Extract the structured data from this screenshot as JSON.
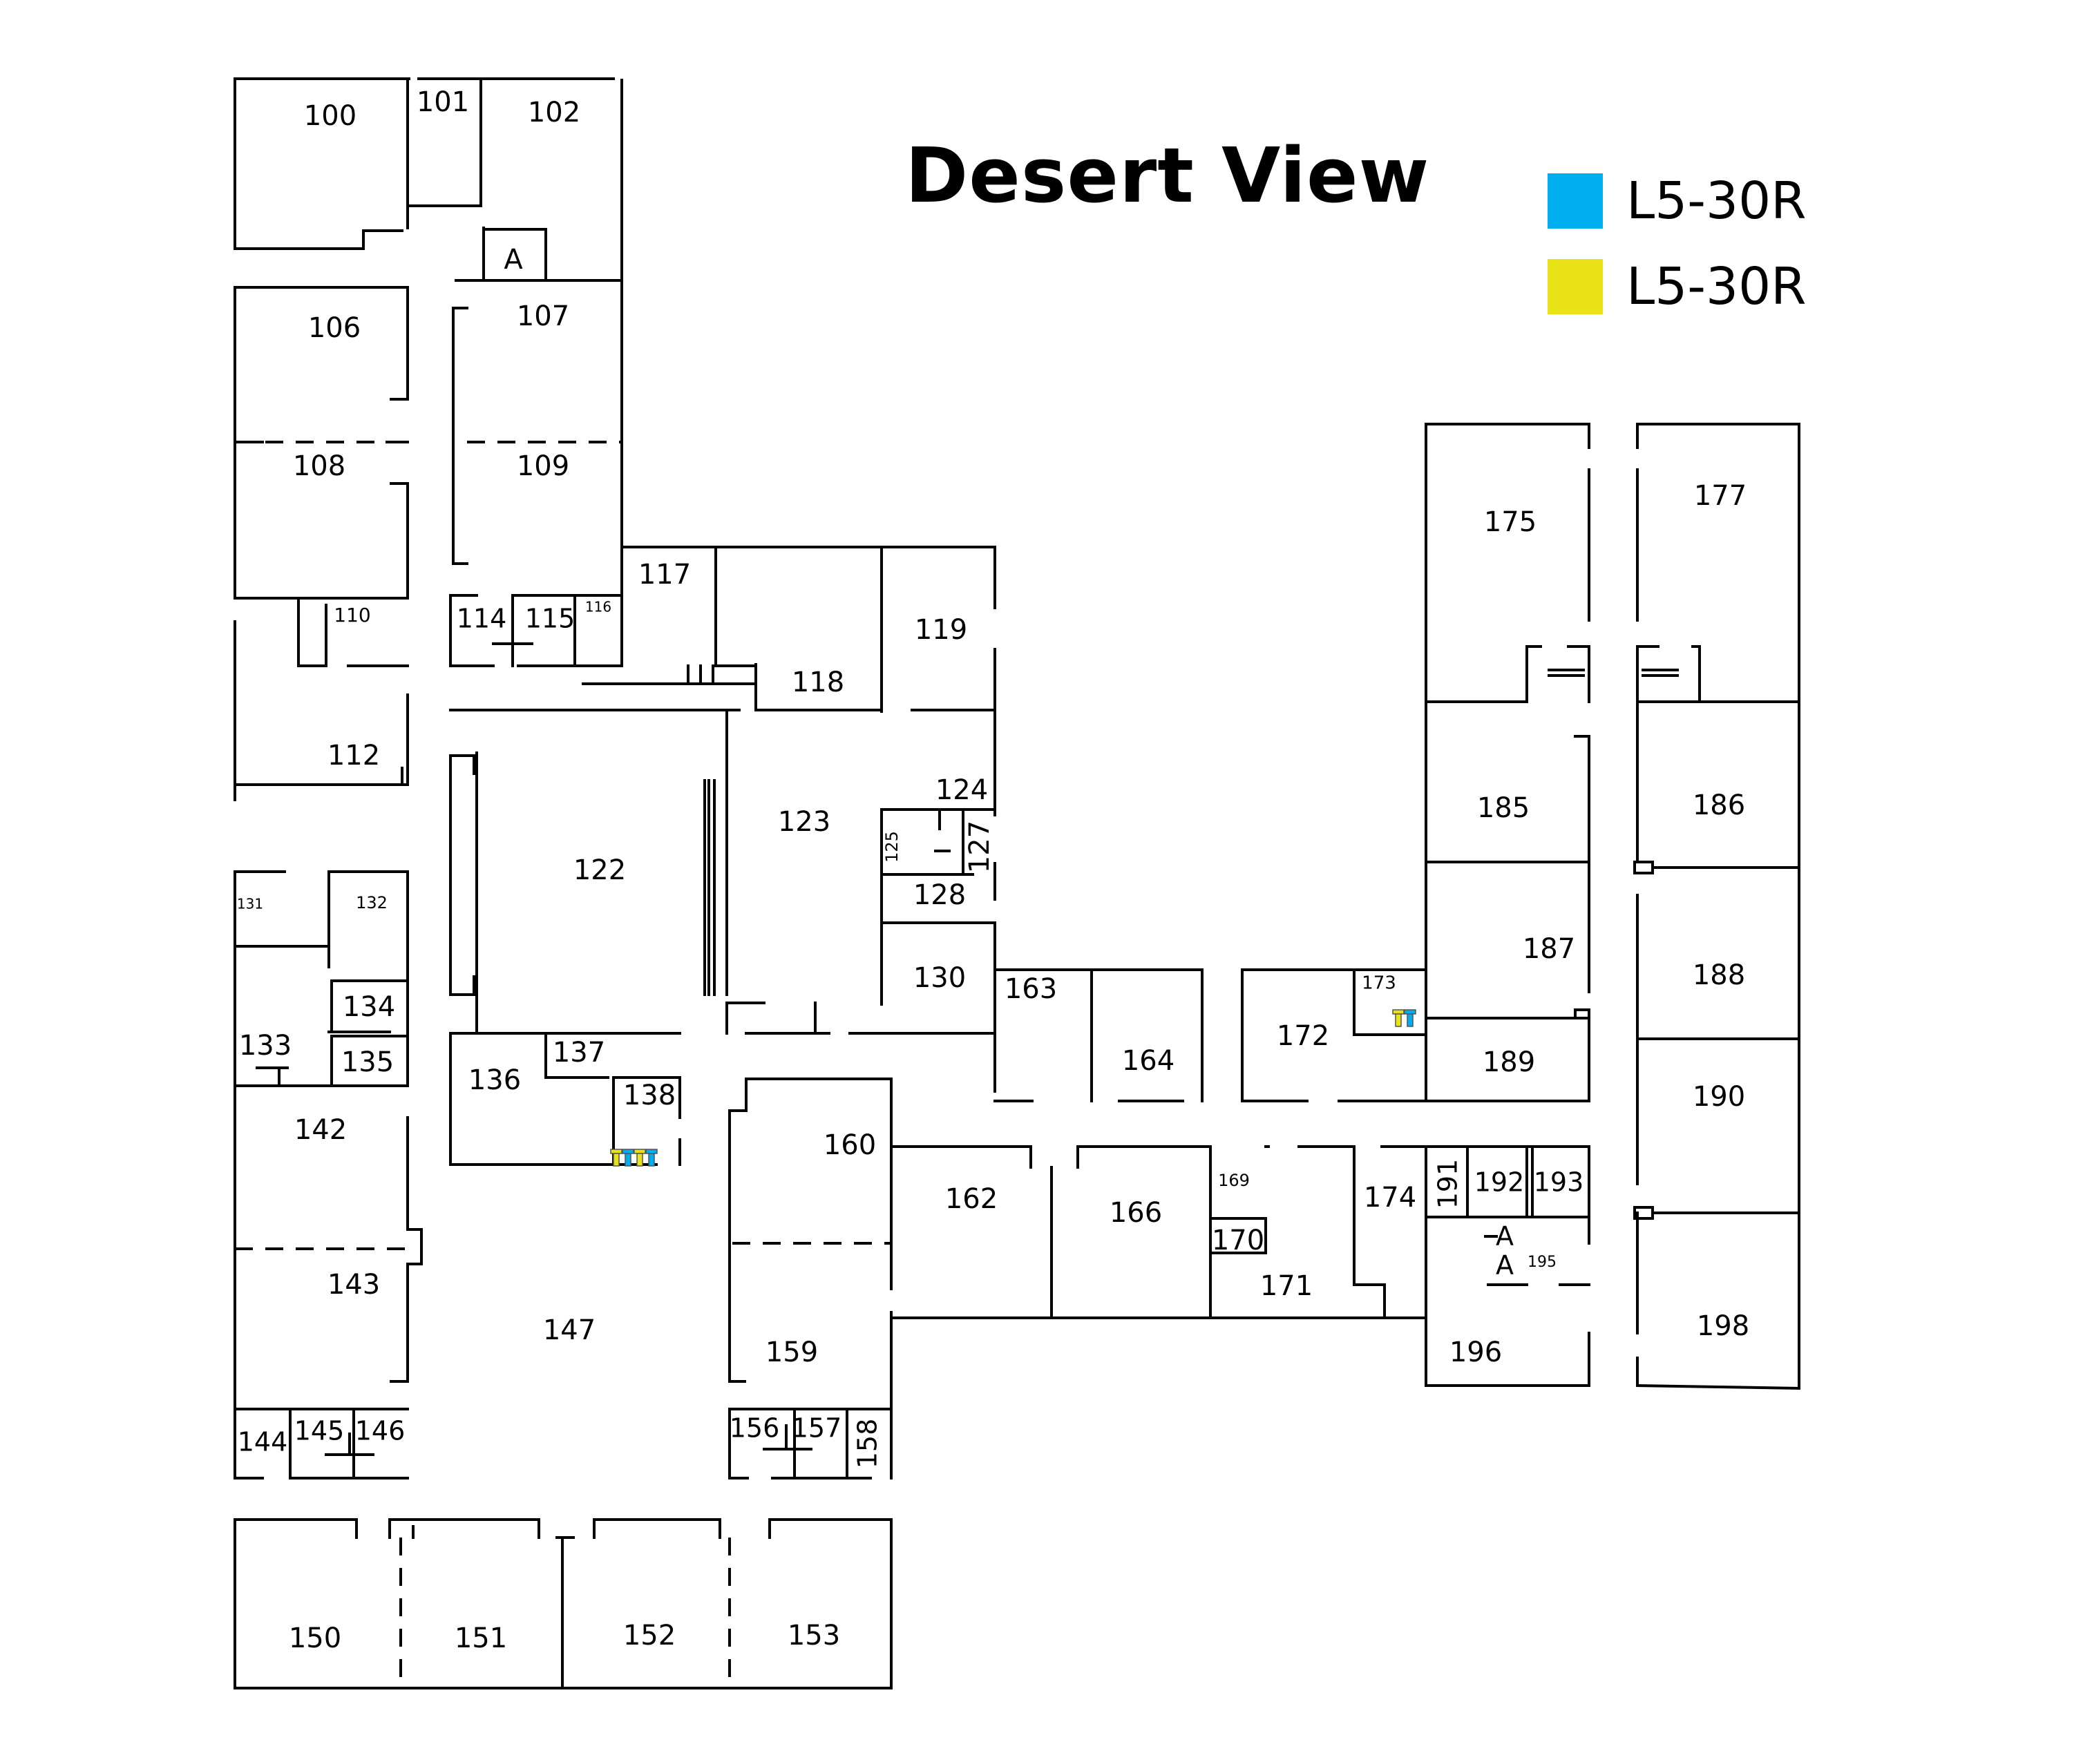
{
  "title": "Desert View",
  "legend": [
    {
      "label": "L5-30R",
      "color": "#00aeef"
    },
    {
      "label": "L5-30R",
      "color": "#e8e217"
    }
  ],
  "rooms": [
    {
      "id": "100",
      "label": "100"
    },
    {
      "id": "101",
      "label": "101"
    },
    {
      "id": "102",
      "label": "102"
    },
    {
      "id": "A1",
      "label": "A"
    },
    {
      "id": "106",
      "label": "106"
    },
    {
      "id": "107",
      "label": "107"
    },
    {
      "id": "108",
      "label": "108"
    },
    {
      "id": "109",
      "label": "109"
    },
    {
      "id": "110",
      "label": "110"
    },
    {
      "id": "112",
      "label": "112"
    },
    {
      "id": "114",
      "label": "114"
    },
    {
      "id": "115",
      "label": "115"
    },
    {
      "id": "116",
      "label": "116"
    },
    {
      "id": "117",
      "label": "117"
    },
    {
      "id": "118",
      "label": "118"
    },
    {
      "id": "119",
      "label": "119"
    },
    {
      "id": "122",
      "label": "122"
    },
    {
      "id": "123",
      "label": "123"
    },
    {
      "id": "124",
      "label": "124"
    },
    {
      "id": "125",
      "label": "125"
    },
    {
      "id": "127",
      "label": "127"
    },
    {
      "id": "128",
      "label": "128"
    },
    {
      "id": "130",
      "label": "130"
    },
    {
      "id": "131",
      "label": "131"
    },
    {
      "id": "132",
      "label": "132"
    },
    {
      "id": "133",
      "label": "133"
    },
    {
      "id": "134",
      "label": "134"
    },
    {
      "id": "135",
      "label": "135"
    },
    {
      "id": "136",
      "label": "136"
    },
    {
      "id": "137",
      "label": "137"
    },
    {
      "id": "138",
      "label": "138"
    },
    {
      "id": "142",
      "label": "142"
    },
    {
      "id": "143",
      "label": "143"
    },
    {
      "id": "144",
      "label": "144"
    },
    {
      "id": "145",
      "label": "145"
    },
    {
      "id": "146",
      "label": "146"
    },
    {
      "id": "147",
      "label": "147"
    },
    {
      "id": "150",
      "label": "150"
    },
    {
      "id": "151",
      "label": "151"
    },
    {
      "id": "152",
      "label": "152"
    },
    {
      "id": "153",
      "label": "153"
    },
    {
      "id": "156",
      "label": "156"
    },
    {
      "id": "157",
      "label": "157"
    },
    {
      "id": "158",
      "label": "158"
    },
    {
      "id": "159",
      "label": "159"
    },
    {
      "id": "160",
      "label": "160"
    },
    {
      "id": "162",
      "label": "162"
    },
    {
      "id": "163",
      "label": "163"
    },
    {
      "id": "164",
      "label": "164"
    },
    {
      "id": "166",
      "label": "166"
    },
    {
      "id": "169",
      "label": "169"
    },
    {
      "id": "170",
      "label": "170"
    },
    {
      "id": "171",
      "label": "171"
    },
    {
      "id": "172",
      "label": "172"
    },
    {
      "id": "173",
      "label": "173"
    },
    {
      "id": "174",
      "label": "174"
    },
    {
      "id": "175",
      "label": "175"
    },
    {
      "id": "177",
      "label": "177"
    },
    {
      "id": "185",
      "label": "185"
    },
    {
      "id": "186",
      "label": "186"
    },
    {
      "id": "187",
      "label": "187"
    },
    {
      "id": "188",
      "label": "188"
    },
    {
      "id": "189",
      "label": "189"
    },
    {
      "id": "190",
      "label": "190"
    },
    {
      "id": "191",
      "label": "191"
    },
    {
      "id": "192",
      "label": "192"
    },
    {
      "id": "193",
      "label": "193"
    },
    {
      "id": "A2",
      "label": "A"
    },
    {
      "id": "A3",
      "label": "A"
    },
    {
      "id": "195",
      "label": "195"
    },
    {
      "id": "196",
      "label": "196"
    },
    {
      "id": "198",
      "label": "198"
    }
  ],
  "outlets": [
    {
      "room": "138",
      "colors": [
        "#e8e217",
        "#00aeef",
        "#e8e217",
        "#00aeef"
      ]
    },
    {
      "room": "173",
      "colors": [
        "#e8e217",
        "#00aeef"
      ]
    }
  ]
}
